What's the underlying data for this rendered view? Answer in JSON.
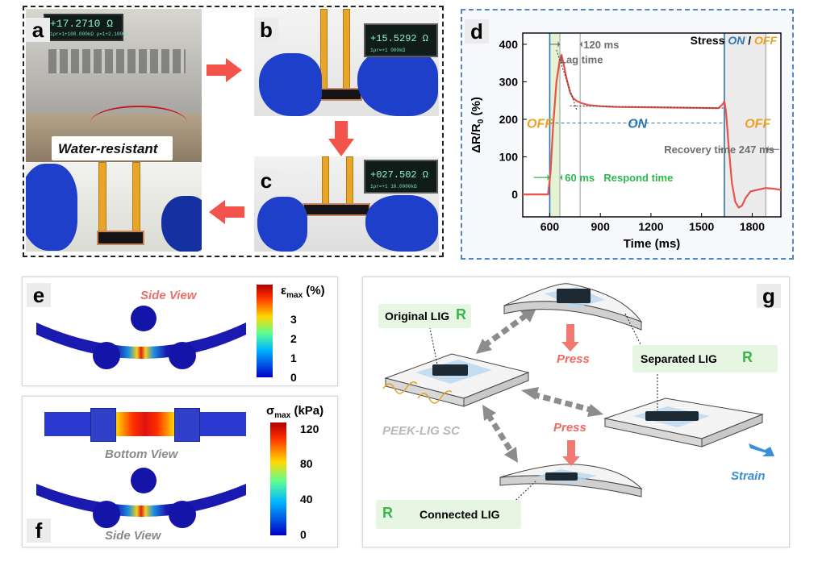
{
  "panels": {
    "a": {
      "label": "a",
      "reading": "+17.2710 Ω",
      "subreading": "1ρr=1+100.000kΩ  ρ=1+2.1000Ω",
      "caption": "Water-resistant"
    },
    "b": {
      "label": "b",
      "reading": "+15.5292 Ω",
      "subreading": "1ρr=+1  000kΩ"
    },
    "c": {
      "label": "c",
      "reading": "+027.502 Ω",
      "subreading": "1ρr=+1  10.0000kΩ"
    },
    "d": {
      "label": "d"
    },
    "e": {
      "label": "e",
      "view": "Side View",
      "colorbar_title": "ε",
      "colorbar_sub": "max",
      "colorbar_unit": " (%)",
      "ticks": [
        "3",
        "2",
        "1",
        "0"
      ]
    },
    "f": {
      "label": "f",
      "view_top": "Bottom View",
      "view_bottom": "Side View",
      "colorbar_title": "σ",
      "colorbar_sub": "max",
      "colorbar_unit": " (kPa)",
      "ticks": [
        "120",
        "80",
        "40",
        "0"
      ]
    },
    "g": {
      "label": "g",
      "original": "Original LIG",
      "separated": "Separated LIG",
      "connected": "Connected LIG",
      "r": "R",
      "press": "Press",
      "sc": "PEEK-LIG SC",
      "strain": "Strain"
    }
  },
  "chart_data": {
    "type": "line",
    "title": "",
    "xlabel": "Time (ms)",
    "ylabel_main": "ΔR/R",
    "ylabel_sub": "0",
    "ylabel_unit": " (%)",
    "xlim": [
      440,
      1970
    ],
    "ylim": [
      -60,
      430
    ],
    "xticks": [
      600,
      900,
      1200,
      1500,
      1800
    ],
    "yticks": [
      0,
      100,
      200,
      300,
      400
    ],
    "series": [
      {
        "x": [
          440,
          590,
          605,
          620,
          640,
          660,
          670,
          680,
          700,
          720,
          740,
          760,
          790,
          830,
          900,
          1000,
          1200,
          1400,
          1600,
          1625,
          1635,
          1645,
          1660,
          1680,
          1700,
          1720,
          1740,
          1760,
          1790,
          1830,
          1880,
          1930,
          1970
        ],
        "y": [
          0,
          0,
          60,
          180,
          300,
          360,
          372,
          352,
          308,
          272,
          256,
          249,
          243,
          238,
          235,
          233,
          232,
          231,
          230,
          240,
          248,
          220,
          130,
          30,
          -20,
          -35,
          -30,
          -10,
          8,
          12,
          17,
          15,
          12
        ]
      }
    ],
    "legend_text": {
      "stress": "Stress",
      "on": "ON",
      "sep": " / ",
      "off": "OFF"
    },
    "annotations": {
      "lag_value": "120 ms",
      "lag_label": "Lag time",
      "off_left": "OFF",
      "on_mid": "ON",
      "off_right": "OFF",
      "recovery": "Recovery time 247 ms",
      "respond_value": "60 ms",
      "respond_label": "Respond time"
    },
    "colors": {
      "curve": "#e8524a",
      "on": "#2e75b6",
      "off": "#f0a020",
      "respond": "#2db84d",
      "recovery": "#7f7f7f"
    }
  },
  "colors": {
    "arrow": "#f2534a",
    "frame_d": "#4f87c7"
  }
}
